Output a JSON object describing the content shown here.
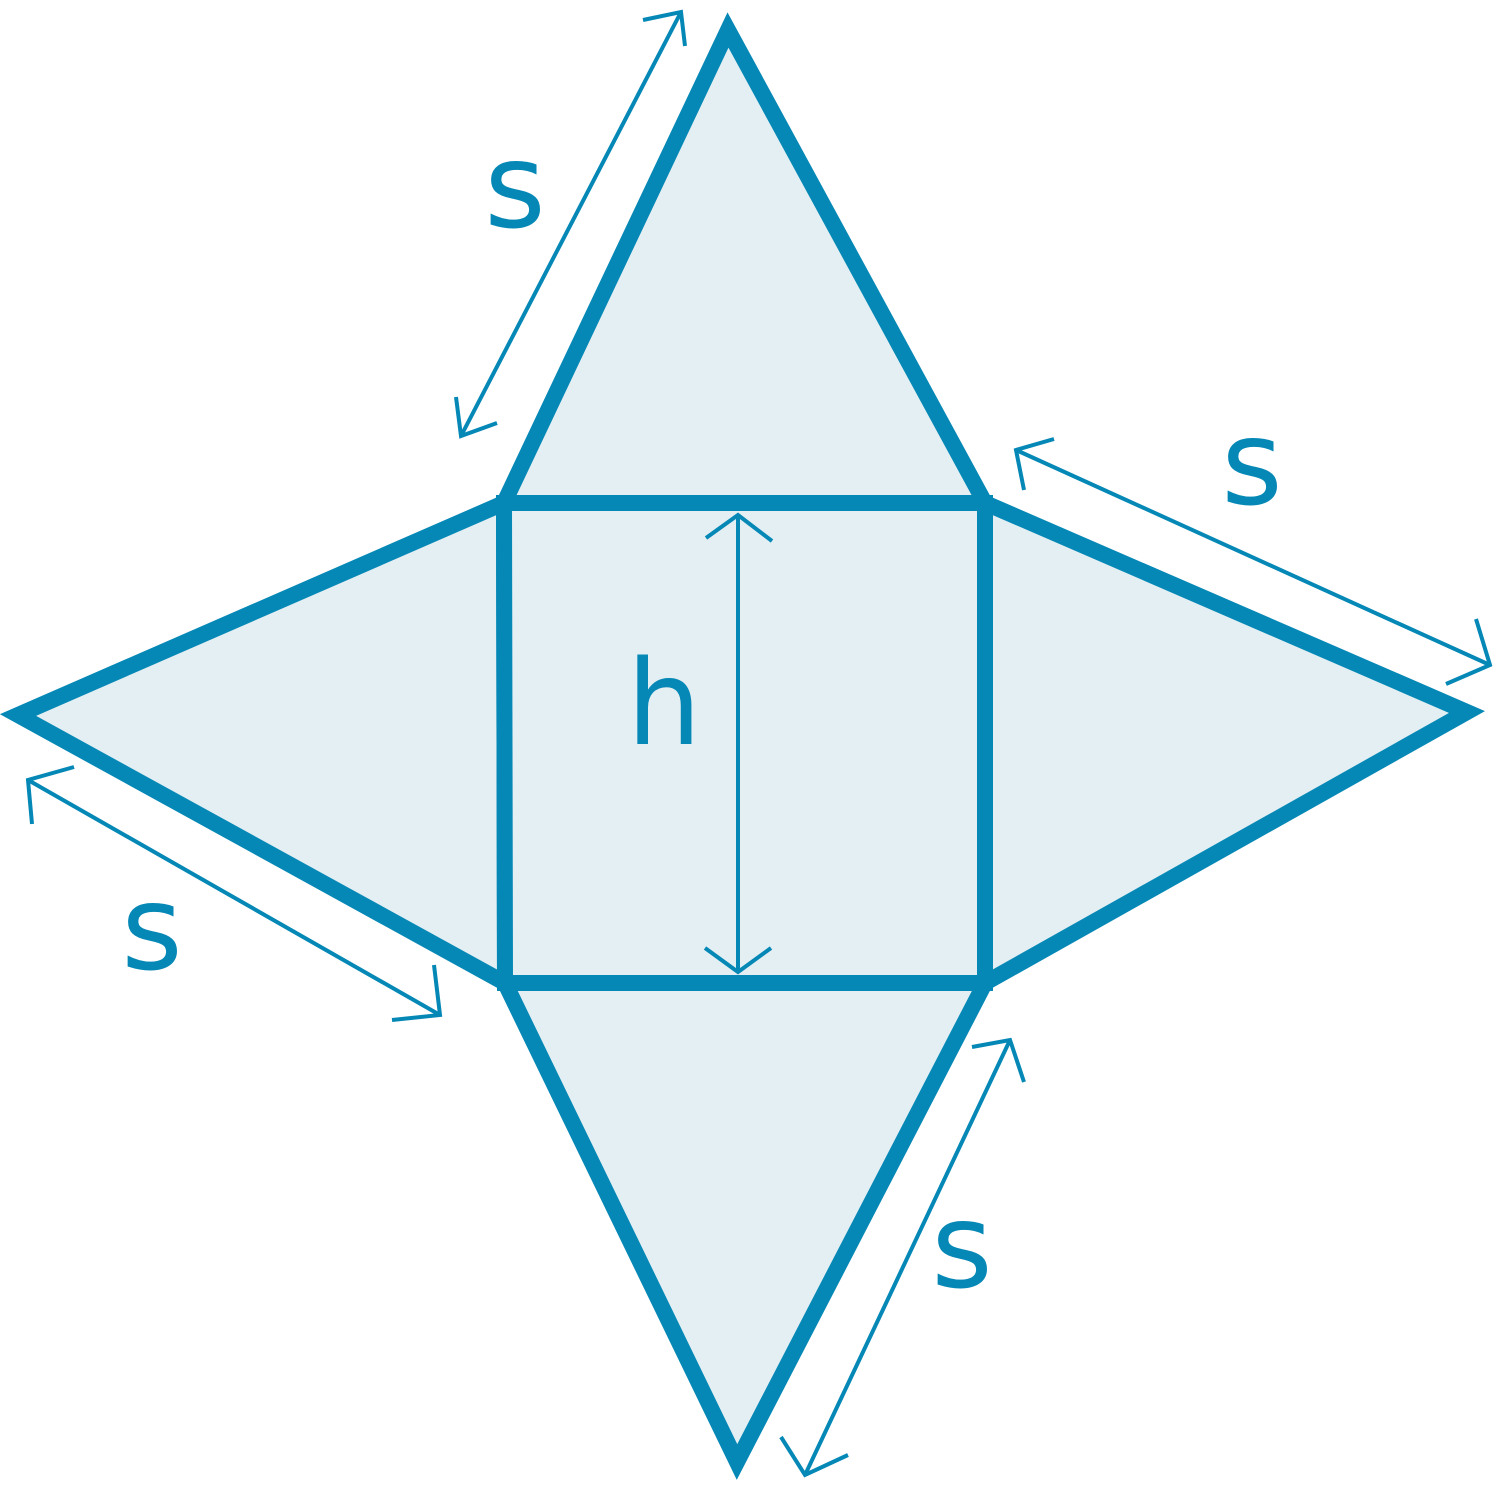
{
  "colors": {
    "stroke": "#0588b6",
    "fill": "#e4eff3",
    "background": "#ffffff"
  },
  "labels": {
    "side_top": "s",
    "side_right": "s",
    "side_left": "s",
    "side_bottom": "s",
    "height": "h"
  }
}
